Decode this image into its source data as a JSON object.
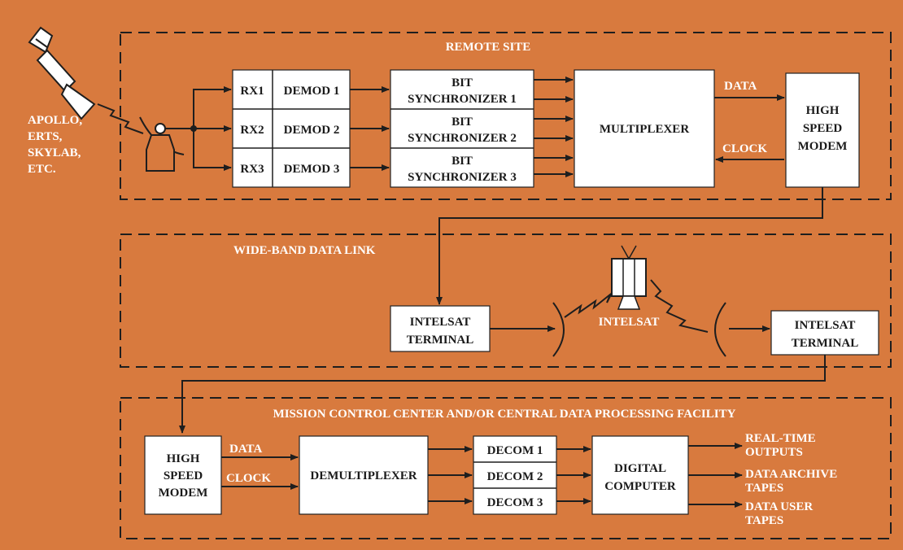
{
  "colors": {
    "background": "#d87a3e",
    "box": "#ffffff",
    "line": "#1e1e1e"
  },
  "sections": {
    "remote": "REMOTE SITE",
    "wideband": "WIDE-BAND DATA LINK",
    "mission": "MISSION CONTROL CENTER AND/OR CENTRAL DATA PROCESSING FACILITY"
  },
  "spacecraft": [
    "APOLLO,",
    "ERTS,",
    "SKYLAB,",
    "ETC."
  ],
  "receivers": [
    {
      "rx": "RX1",
      "demod": "DEMOD 1"
    },
    {
      "rx": "RX2",
      "demod": "DEMOD 2"
    },
    {
      "rx": "RX3",
      "demod": "DEMOD 3"
    }
  ],
  "bitsync": [
    {
      "line1": "BIT",
      "line2": "SYNCHRONIZER 1"
    },
    {
      "line1": "BIT",
      "line2": "SYNCHRONIZER 2"
    },
    {
      "line1": "BIT",
      "line2": "SYNCHRONIZER 3"
    }
  ],
  "multiplexer": "MULTIPLEXER",
  "data_label": "DATA",
  "clock_label": "CLOCK",
  "modem": [
    "HIGH",
    "SPEED",
    "MODEM"
  ],
  "intelsat_terminal": [
    "INTELSAT",
    "TERMINAL"
  ],
  "intelsat": "INTELSAT",
  "demultiplexer": "DEMULTIPLEXER",
  "decoms": [
    "DECOM 1",
    "DECOM 2",
    "DECOM 3"
  ],
  "computer": [
    "DIGITAL",
    "COMPUTER"
  ],
  "outputs": [
    [
      "REAL-TIME",
      "OUTPUTS"
    ],
    [
      "DATA ARCHIVE",
      "TAPES"
    ],
    [
      "DATA USER",
      "TAPES"
    ]
  ]
}
